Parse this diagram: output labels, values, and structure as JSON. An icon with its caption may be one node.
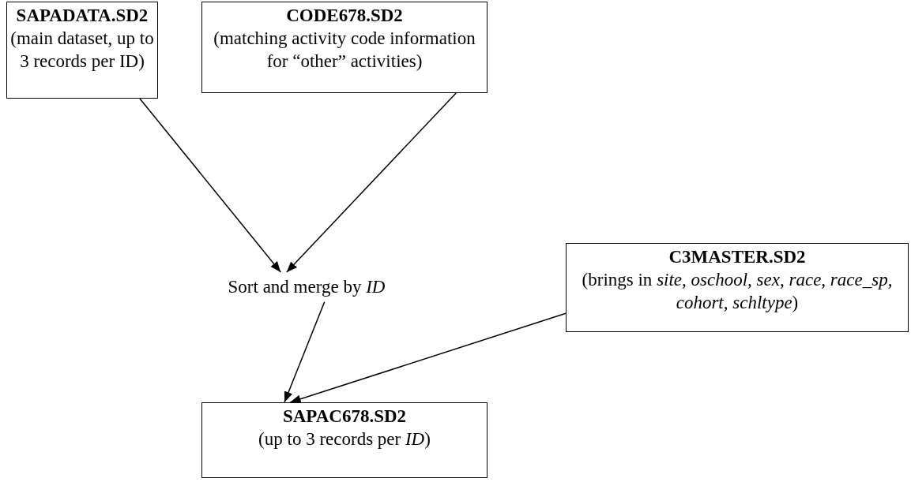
{
  "diagram": {
    "nodes": [
      {
        "text": [
          "SAPADATA.SD2",
          "(main dataset, up to 3 records per ID)"
        ]
      },
      {
        "text": [
          "CODE678.SD2",
          "(matching activity code information for “other” activities)"
        ]
      },
      {
        "text": [
          "Sort and merge by *ID*"
        ]
      },
      {
        "text": [
          "C3MASTER.SD2",
          "(brings in *site, oschool, sex, race, race_sp, cohort, schltype*)"
        ]
      },
      {
        "text": [
          "SAPAC678.SD2",
          "(up to 3 records per *ID*)"
        ]
      }
    ],
    "edges": [
      {
        "from": 0,
        "to": 2,
        "arrow": "to"
      },
      {
        "from": 1,
        "to": 2,
        "arrow": "to"
      },
      {
        "from": 2,
        "to": 4,
        "arrow": "to"
      },
      {
        "from": 3,
        "to": 4,
        "arrow": "to"
      }
    ]
  }
}
